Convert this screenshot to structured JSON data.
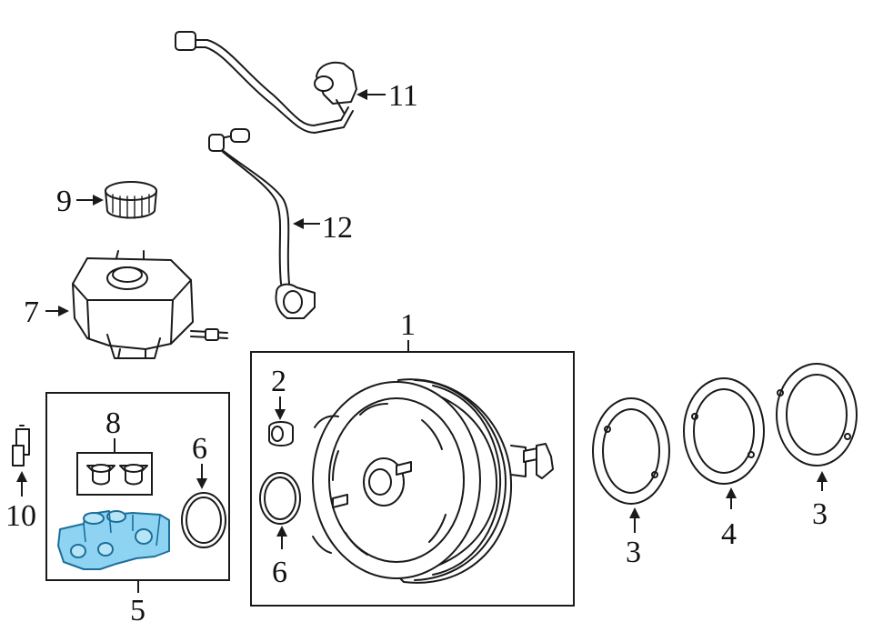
{
  "colors": {
    "line": "#1a1a1a",
    "highlight_fill": "#8fd3f2",
    "highlight_stroke": "#1b6f9a",
    "background": "#ffffff"
  },
  "callouts": {
    "booster": "1",
    "grommet": "2",
    "gasket_right_top": "3",
    "gasket_left": "3",
    "gasket_middle": "4",
    "master_cylinder_assembly": "5",
    "seal_inside_master_box": "6",
    "seal_inside_booster_box": "6",
    "reservoir": "7",
    "seals_group": "8",
    "cap": "9",
    "sensor": "10",
    "vacuum_hose": "11",
    "vacuum_tube": "12"
  }
}
